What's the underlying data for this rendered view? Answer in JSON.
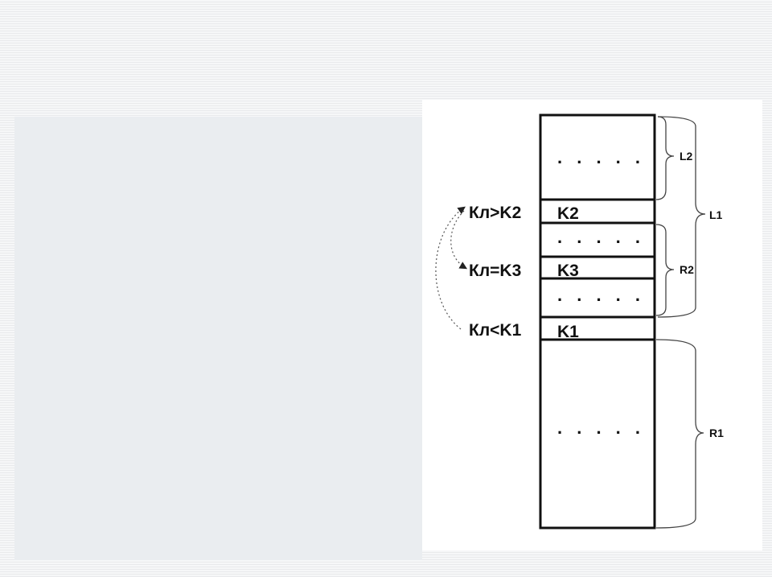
{
  "diagram": {
    "cells": [
      {
        "id": "top-gap",
        "text": ". . . . ."
      },
      {
        "id": "k2",
        "text": "K2"
      },
      {
        "id": "gap-a",
        "text": ". . . . ."
      },
      {
        "id": "k3",
        "text": "K3"
      },
      {
        "id": "gap-b",
        "text": ". . . . ."
      },
      {
        "id": "k1",
        "text": "K1"
      },
      {
        "id": "bottom-gap",
        "text": ". . . . ."
      }
    ],
    "comparisons": [
      {
        "id": "gt",
        "text": "Кл>K2"
      },
      {
        "id": "eq",
        "text": "Кл=K3"
      },
      {
        "id": "lt",
        "text": "Кл<K1"
      }
    ],
    "braces": {
      "l2": "L2",
      "l1": "L1",
      "r2": "R2",
      "r1": "R1"
    },
    "colors": {
      "stroke": "#111111",
      "brace": "#444444",
      "arrow": "#555555"
    }
  }
}
